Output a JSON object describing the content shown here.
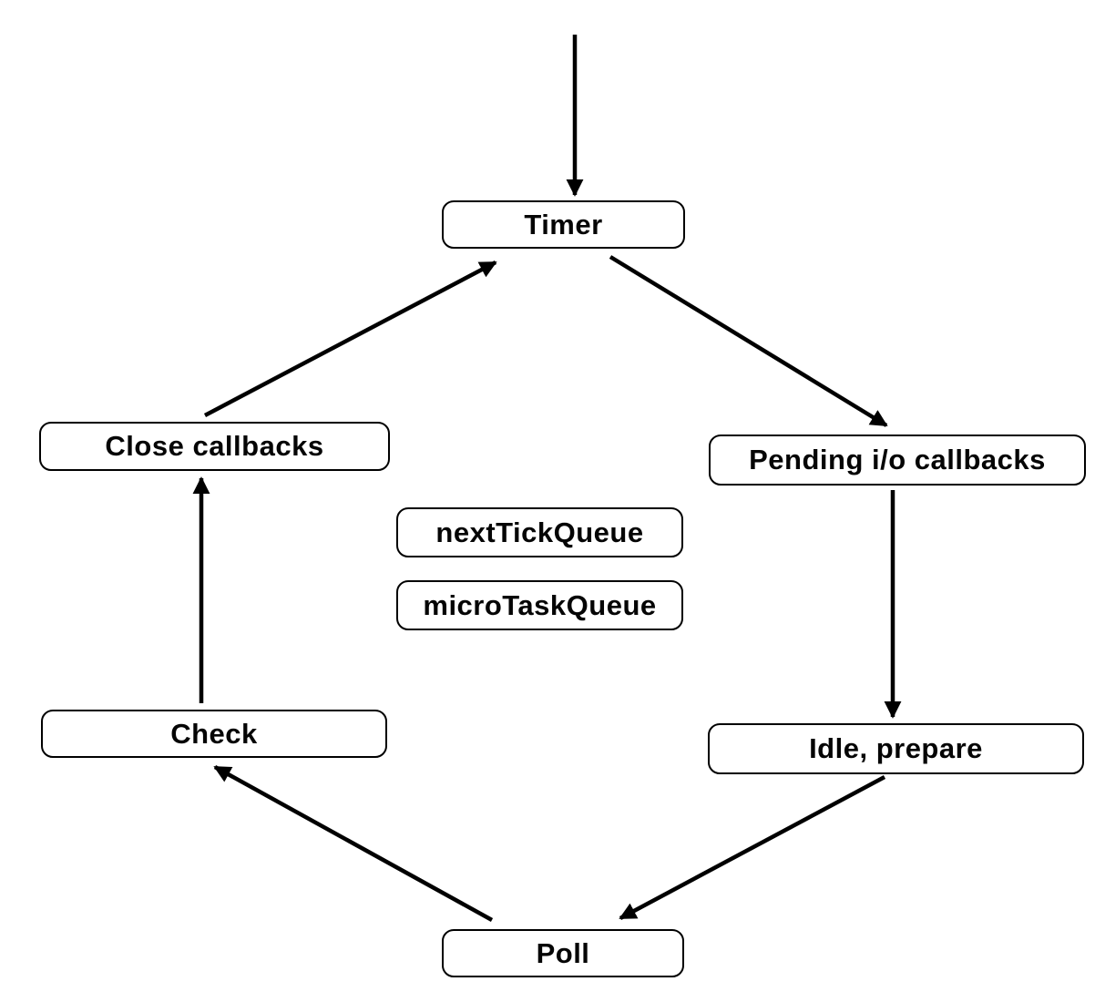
{
  "diagram": {
    "kind": "flowchart",
    "colors": {
      "background": "#ffffff",
      "node_border": "#000000",
      "node_fill": "#ffffff",
      "arrow": "#000000",
      "text": "#050505"
    },
    "nodes": [
      {
        "id": "timer",
        "label": "Timer"
      },
      {
        "id": "pending-io-callbacks",
        "label": "Pending i/o callbacks"
      },
      {
        "id": "close-callbacks",
        "label": "Close callbacks"
      },
      {
        "id": "next-tick-queue",
        "label": "nextTickQueue"
      },
      {
        "id": "micro-task-queue",
        "label": "microTaskQueue"
      },
      {
        "id": "check",
        "label": "Check"
      },
      {
        "id": "idle-prepare",
        "label": "Idle, prepare"
      },
      {
        "id": "poll",
        "label": "Poll"
      }
    ],
    "edges": [
      {
        "from": "entry",
        "to": "Timer"
      },
      {
        "from": "Close callbacks",
        "to": "Timer"
      },
      {
        "from": "Timer",
        "to": "Pending i/o callbacks"
      },
      {
        "from": "Pending i/o callbacks",
        "to": "Idle, prepare"
      },
      {
        "from": "Idle, prepare",
        "to": "Poll"
      },
      {
        "from": "Poll",
        "to": "Check"
      },
      {
        "from": "Check",
        "to": "Close callbacks"
      }
    ]
  }
}
